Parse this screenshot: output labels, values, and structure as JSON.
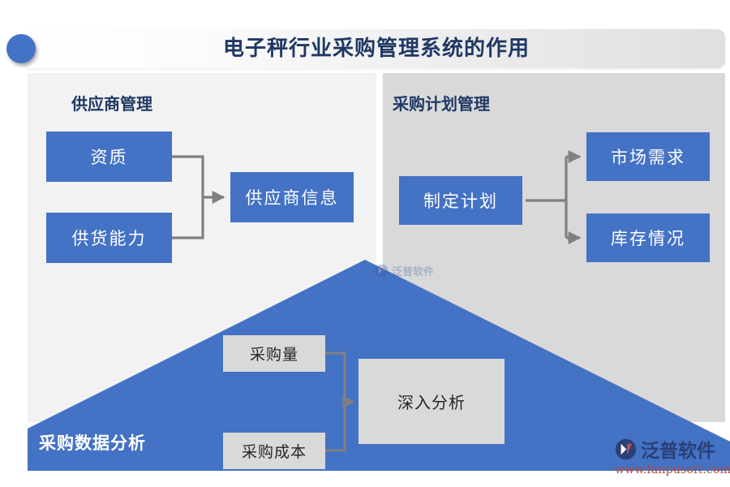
{
  "page": {
    "title": "电子秤行业采购管理系统的作用"
  },
  "colors": {
    "accent_blue": "#4472C4",
    "panel_left_bg": "#F2F2F2",
    "panel_right_bg": "#D9D9D9",
    "heading_navy": "#1F3864",
    "connector_gray": "#808080",
    "box_gray": "#D9D9D9"
  },
  "panels": {
    "supplier": {
      "heading": "供应商管理",
      "inputs": [
        {
          "label": "资质"
        },
        {
          "label": "供货能力"
        }
      ],
      "output": {
        "label": "供应商信息"
      }
    },
    "plan": {
      "heading": "采购计划管理",
      "source": {
        "label": "制定计划"
      },
      "targets": [
        {
          "label": "市场需求"
        },
        {
          "label": "库存情况"
        }
      ]
    },
    "analysis": {
      "heading": "采购数据分析",
      "inputs": [
        {
          "label": "采购量"
        },
        {
          "label": "采购成本"
        }
      ],
      "output": {
        "label": "深入分析"
      }
    }
  },
  "watermarks": {
    "center": {
      "text": "泛普软件"
    },
    "corner": {
      "text": "泛普软件",
      "url": "www.fanpusoft.com"
    }
  }
}
